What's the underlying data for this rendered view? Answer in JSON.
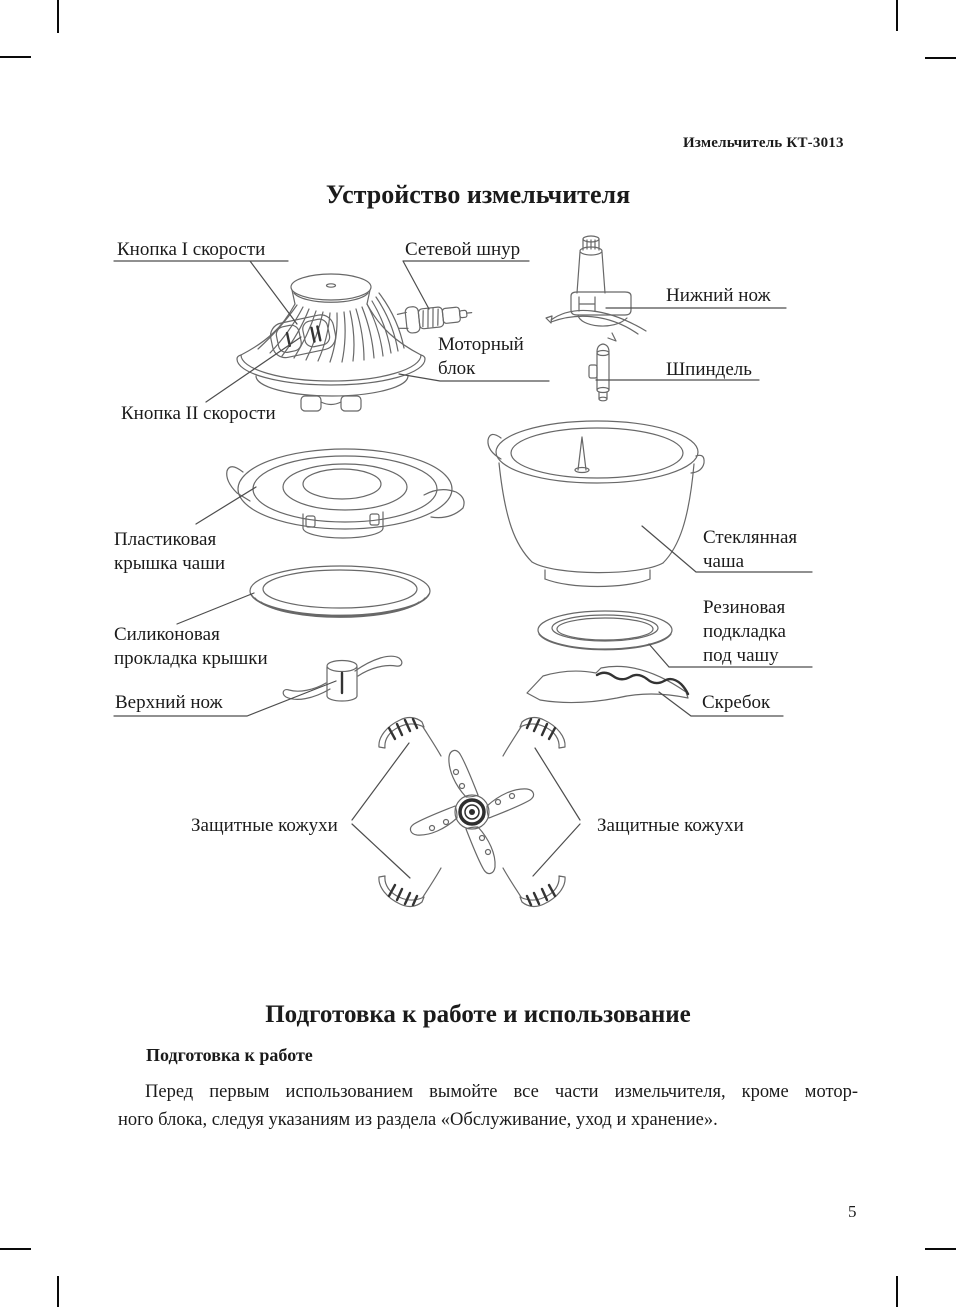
{
  "page": {
    "header": "Измельчитель КТ-3013",
    "page_number": "5"
  },
  "diagram": {
    "title": "Устройство измельчителя",
    "labels": {
      "speed1_button": "Кнопка I скорости",
      "power_cord": "Сетевой шнур",
      "lower_knife": "Нижний нож",
      "motor_block": "Моторный блок",
      "spindle": "Шпиндель",
      "speed2_button": "Кнопка II скорости",
      "plastic_lid": "Пластиковая крышка чаши",
      "glass_bowl": "Стеклянная чаша",
      "silicone_gasket": "Силиконовая прокладка крышки",
      "rubber_pad": "Резиновая подкладка под чашу",
      "upper_knife": "Верхний нож",
      "scraper": "Скребок",
      "protective_covers_left": "Защитные кожухи",
      "protective_covers_right": "Защитные кожухи"
    }
  },
  "section": {
    "title": "Подготовка к работе и использование",
    "subsection_title": "Подготовка к работе",
    "paragraph_lines": [
      "Перед первым использованием вымойте все части измельчителя, кроме мотор-",
      "ного блока, следуя указаниям из раздела «Обслуживание, уход и хранение»."
    ]
  },
  "colors": {
    "text": "#1b1b1b",
    "drawing_line": "#686868",
    "leader_line": "#4d4d4d"
  }
}
